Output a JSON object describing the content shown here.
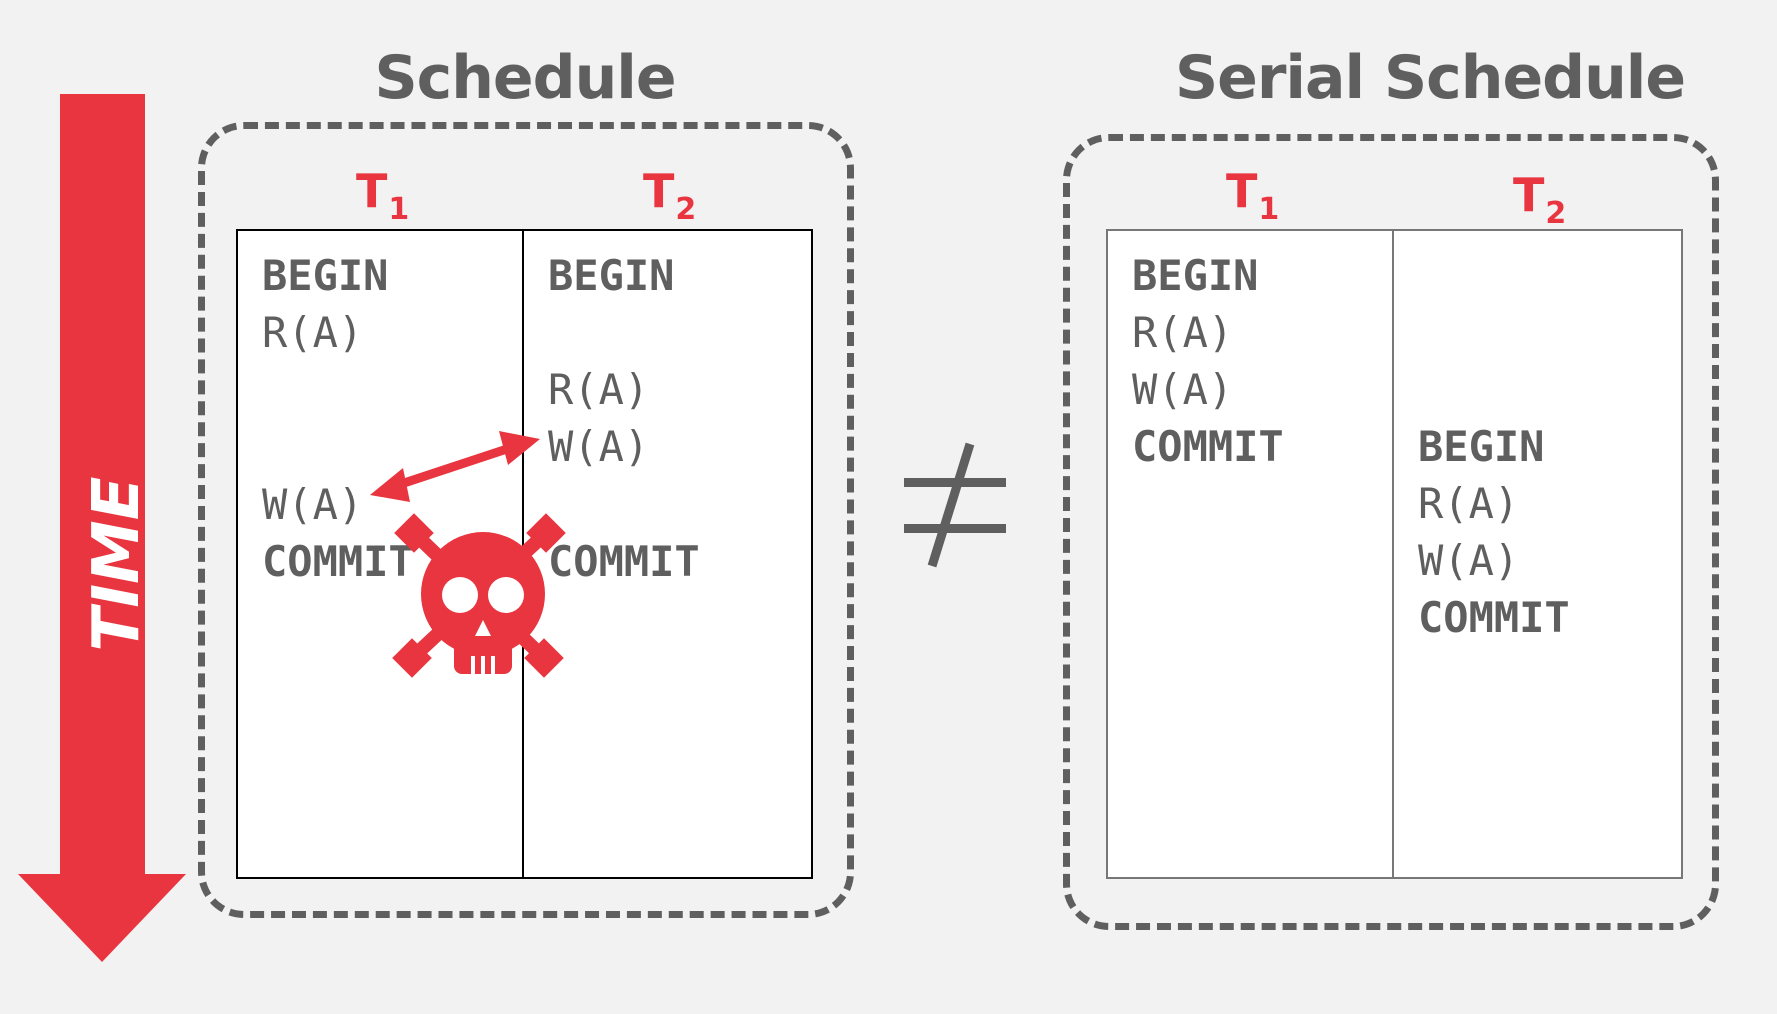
{
  "time_label": "TIME",
  "left": {
    "title": "Schedule",
    "columns": [
      {
        "label": "T",
        "sub": "1",
        "ops": [
          {
            "text": "BEGIN",
            "bold": true
          },
          {
            "text": "R(A)",
            "bold": false
          },
          {
            "text": "W(A)",
            "bold": false
          },
          {
            "text": "COMMIT",
            "bold": true
          }
        ]
      },
      {
        "label": "T",
        "sub": "2",
        "ops": [
          {
            "text": "BEGIN",
            "bold": true
          },
          {
            "text": "R(A)",
            "bold": false
          },
          {
            "text": "W(A)",
            "bold": false
          },
          {
            "text": "COMMIT",
            "bold": true
          }
        ]
      }
    ]
  },
  "right": {
    "title": "Serial Schedule",
    "columns": [
      {
        "label": "T",
        "sub": "1",
        "ops": [
          {
            "text": "BEGIN",
            "bold": true
          },
          {
            "text": "R(A)",
            "bold": false
          },
          {
            "text": "W(A)",
            "bold": false
          },
          {
            "text": "COMMIT",
            "bold": true
          }
        ]
      },
      {
        "label": "T",
        "sub": "2",
        "ops": [
          {
            "text": "BEGIN",
            "bold": true
          },
          {
            "text": "R(A)",
            "bold": false
          },
          {
            "text": "W(A)",
            "bold": false
          },
          {
            "text": "COMMIT",
            "bold": true
          }
        ]
      }
    ]
  },
  "relation_symbol": "≠",
  "colors": {
    "accent": "#e8353f",
    "gray": "#5f5f5f",
    "background": "#f2f2f2"
  },
  "icons": {
    "conflict": "skull-crossbones-icon",
    "conflict_arrow": "double-headed-arrow-icon"
  }
}
